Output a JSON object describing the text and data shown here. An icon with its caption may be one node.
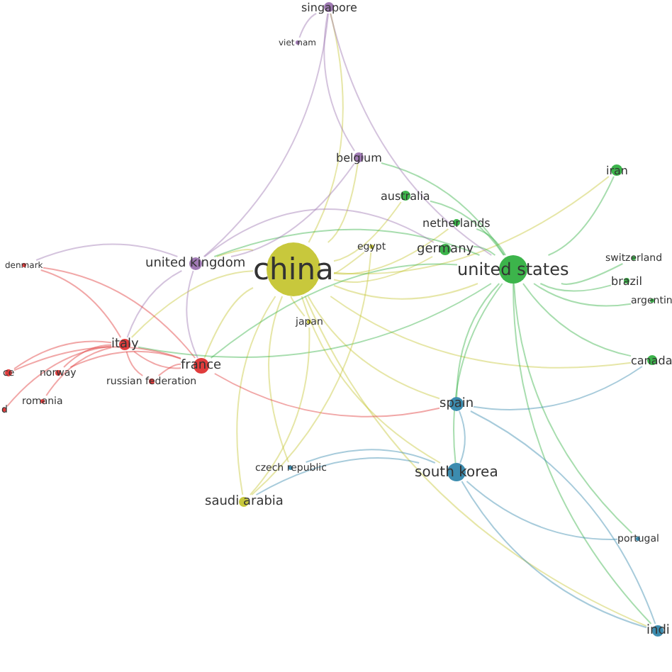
{
  "diagram": {
    "nodes": [
      {
        "text": [
          "singapore"
        ]
      },
      {
        "text": [
          "viet nam"
        ]
      },
      {
        "text": [
          "belgium"
        ]
      },
      {
        "text": [
          "australia"
        ]
      },
      {
        "text": [
          "iran"
        ]
      },
      {
        "text": [
          "netherlands"
        ]
      },
      {
        "text": [
          "egypt"
        ]
      },
      {
        "text": [
          "germany"
        ]
      },
      {
        "text": [
          "united kingdom"
        ]
      },
      {
        "text": [
          "china"
        ]
      },
      {
        "text": [
          "united states"
        ]
      },
      {
        "text": [
          "switzerland"
        ]
      },
      {
        "text": [
          "brazil"
        ]
      },
      {
        "text": [
          "argentin"
        ]
      },
      {
        "text": [
          "denmark"
        ]
      },
      {
        "text": [
          "japan"
        ]
      },
      {
        "text": [
          "canada"
        ]
      },
      {
        "text": [
          "italy"
        ]
      },
      {
        "text": [
          "ce"
        ]
      },
      {
        "text": [
          "norway"
        ]
      },
      {
        "text": [
          "france"
        ]
      },
      {
        "text": [
          "russian federation"
        ]
      },
      {
        "text": [
          "romania"
        ]
      },
      {
        "text": [
          "d"
        ]
      },
      {
        "text": [
          "spain"
        ]
      },
      {
        "text": [
          "czech republic"
        ]
      },
      {
        "text": [
          "south korea"
        ]
      },
      {
        "text": [
          "saudi arabia"
        ]
      },
      {
        "text": [
          "portugal"
        ]
      },
      {
        "text": [
          "indi"
        ]
      }
    ],
    "edges": [
      {
        "from": 9,
        "to": 8,
        "arrow": "none",
        "color": "#c8c83c"
      },
      {
        "from": 9,
        "to": 10,
        "arrow": "none",
        "color": "#c8c83c"
      },
      {
        "from": 9,
        "to": 7,
        "arrow": "none",
        "color": "#c8c83c"
      },
      {
        "from": 9,
        "to": 6,
        "arrow": "none",
        "color": "#c8c83c"
      },
      {
        "from": 9,
        "to": 15,
        "arrow": "none",
        "color": "#c8c83c"
      },
      {
        "from": 9,
        "to": 27,
        "arrow": "none",
        "color": "#c8c83c"
      },
      {
        "from": 9,
        "to": 24,
        "arrow": "none",
        "color": "#c8c83c"
      },
      {
        "from": 9,
        "to": 26,
        "arrow": "none",
        "color": "#c8c83c"
      },
      {
        "from": 9,
        "to": 20,
        "arrow": "none",
        "color": "#c8c83c"
      },
      {
        "from": 9,
        "to": 17,
        "arrow": "none",
        "color": "#c8c83c"
      },
      {
        "from": 9,
        "to": 2,
        "arrow": "none",
        "color": "#c8c83c"
      },
      {
        "from": 9,
        "to": 0,
        "arrow": "none",
        "color": "#c8c83c"
      },
      {
        "from": 9,
        "to": 3,
        "arrow": "none",
        "color": "#c8c83c"
      },
      {
        "from": 9,
        "to": 5,
        "arrow": "none",
        "color": "#c8c83c"
      },
      {
        "from": 9,
        "to": 25,
        "arrow": "none",
        "color": "#c8c83c"
      },
      {
        "from": 9,
        "to": 4,
        "arrow": "none",
        "color": "#c8c83c"
      },
      {
        "from": 9,
        "to": 16,
        "arrow": "none",
        "color": "#c8c83c"
      },
      {
        "from": 9,
        "to": 29,
        "arrow": "none",
        "color": "#c8c83c"
      },
      {
        "from": 10,
        "to": 7,
        "arrow": "none",
        "color": "#3cb44b"
      },
      {
        "from": 10,
        "to": 5,
        "arrow": "none",
        "color": "#3cb44b"
      },
      {
        "from": 10,
        "to": 3,
        "arrow": "none",
        "color": "#3cb44b"
      },
      {
        "from": 10,
        "to": 4,
        "arrow": "none",
        "color": "#3cb44b"
      },
      {
        "from": 10,
        "to": 11,
        "arrow": "none",
        "color": "#3cb44b"
      },
      {
        "from": 10,
        "to": 12,
        "arrow": "none",
        "color": "#3cb44b"
      },
      {
        "from": 10,
        "to": 13,
        "arrow": "none",
        "color": "#3cb44b"
      },
      {
        "from": 10,
        "to": 16,
        "arrow": "none",
        "color": "#3cb44b"
      },
      {
        "from": 10,
        "to": 24,
        "arrow": "none",
        "color": "#3cb44b"
      },
      {
        "from": 10,
        "to": 26,
        "arrow": "none",
        "color": "#3cb44b"
      },
      {
        "from": 10,
        "to": 8,
        "arrow": "none",
        "color": "#3cb44b"
      },
      {
        "from": 10,
        "to": 20,
        "arrow": "none",
        "color": "#3cb44b"
      },
      {
        "from": 10,
        "to": 17,
        "arrow": "none",
        "color": "#3cb44b"
      },
      {
        "from": 10,
        "to": 29,
        "arrow": "none",
        "color": "#3cb44b"
      },
      {
        "from": 10,
        "to": 28,
        "arrow": "none",
        "color": "#3cb44b"
      },
      {
        "from": 10,
        "to": 2,
        "arrow": "none",
        "color": "#3cb44b"
      },
      {
        "from": 8,
        "to": 17,
        "arrow": "none",
        "color": "#a07ab4"
      },
      {
        "from": 8,
        "to": 20,
        "arrow": "none",
        "color": "#a07ab4"
      },
      {
        "from": 8,
        "to": 14,
        "arrow": "none",
        "color": "#a07ab4"
      },
      {
        "from": 8,
        "to": 2,
        "arrow": "none",
        "color": "#a07ab4"
      },
      {
        "from": 8,
        "to": 0,
        "arrow": "none",
        "color": "#a07ab4"
      },
      {
        "from": 8,
        "to": 7,
        "arrow": "none",
        "color": "#a07ab4"
      },
      {
        "from": 17,
        "to": 20,
        "arrow": "none",
        "color": "#e03c3c"
      },
      {
        "from": 17,
        "to": 19,
        "arrow": "none",
        "color": "#e03c3c"
      },
      {
        "from": 17,
        "to": 18,
        "arrow": "none",
        "color": "#e03c3c"
      },
      {
        "from": 17,
        "to": 22,
        "arrow": "none",
        "color": "#e03c3c"
      },
      {
        "from": 17,
        "to": 23,
        "arrow": "none",
        "color": "#e03c3c"
      },
      {
        "from": 17,
        "to": 14,
        "arrow": "none",
        "color": "#e03c3c"
      },
      {
        "from": 17,
        "to": 21,
        "arrow": "none",
        "color": "#e03c3c"
      },
      {
        "from": 20,
        "to": 21,
        "arrow": "none",
        "color": "#e03c3c"
      },
      {
        "from": 20,
        "to": 19,
        "arrow": "none",
        "color": "#e03c3c"
      },
      {
        "from": 20,
        "to": 18,
        "arrow": "none",
        "color": "#e03c3c"
      },
      {
        "from": 20,
        "to": 24,
        "arrow": "none",
        "color": "#e03c3c"
      },
      {
        "from": 20,
        "to": 14,
        "arrow": "none",
        "color": "#e03c3c"
      },
      {
        "from": 26,
        "to": 24,
        "arrow": "none",
        "color": "#3c8caf"
      },
      {
        "from": 26,
        "to": 29,
        "arrow": "none",
        "color": "#3c8caf"
      },
      {
        "from": 26,
        "to": 28,
        "arrow": "none",
        "color": "#3c8caf"
      },
      {
        "from": 26,
        "to": 27,
        "arrow": "none",
        "color": "#3c8caf"
      },
      {
        "from": 26,
        "to": 25,
        "arrow": "none",
        "color": "#3c8caf"
      },
      {
        "from": 24,
        "to": 29,
        "arrow": "none",
        "color": "#3c8caf"
      },
      {
        "from": 24,
        "to": 16,
        "arrow": "none",
        "color": "#3c8caf"
      },
      {
        "from": 0,
        "to": 1,
        "arrow": "none",
        "color": "#a07ab4"
      },
      {
        "from": 0,
        "to": 2,
        "arrow": "none",
        "color": "#a07ab4"
      },
      {
        "from": 0,
        "to": 10,
        "arrow": "none",
        "color": "#a07ab4"
      },
      {
        "from": 27,
        "to": 15,
        "arrow": "none",
        "color": "#c8c83c"
      },
      {
        "from": 27,
        "to": 6,
        "arrow": "none",
        "color": "#c8c83c"
      }
    ]
  }
}
